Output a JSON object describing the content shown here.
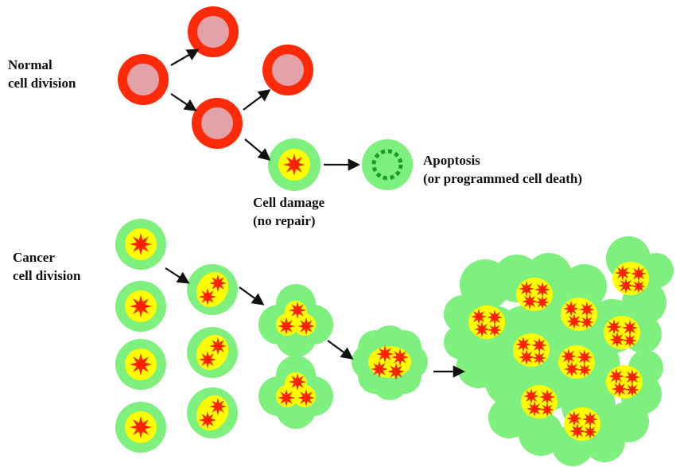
{
  "labels": {
    "normal": [
      "Normal",
      "cell division"
    ],
    "damage": [
      "Cell damage",
      "(no repair)"
    ],
    "apoptosis": [
      "Apoptosis",
      "(or programmed cell death)"
    ],
    "cancer": [
      "Cancer",
      "cell division"
    ]
  },
  "colors": {
    "normal_ring": "#ff2a08",
    "normal_core": "#e2a2a8",
    "cell_green": "#7ef07e",
    "apoptosis_membrane": "#1a9a2c",
    "nucleus_yellow": "#ffff00",
    "nucleus_star": "#ff2200",
    "arrow": "#111111"
  },
  "icons": {
    "normal_cell": "red-ring-cell-icon",
    "damaged_cell": "green-cell-star-nucleus-icon",
    "apoptotic_cell": "dashed-ring-cell-icon",
    "cancer_cluster": "multi-nucleus-cluster-icon",
    "tumor": "tumor-mass-icon",
    "arrow": "arrow-icon"
  }
}
